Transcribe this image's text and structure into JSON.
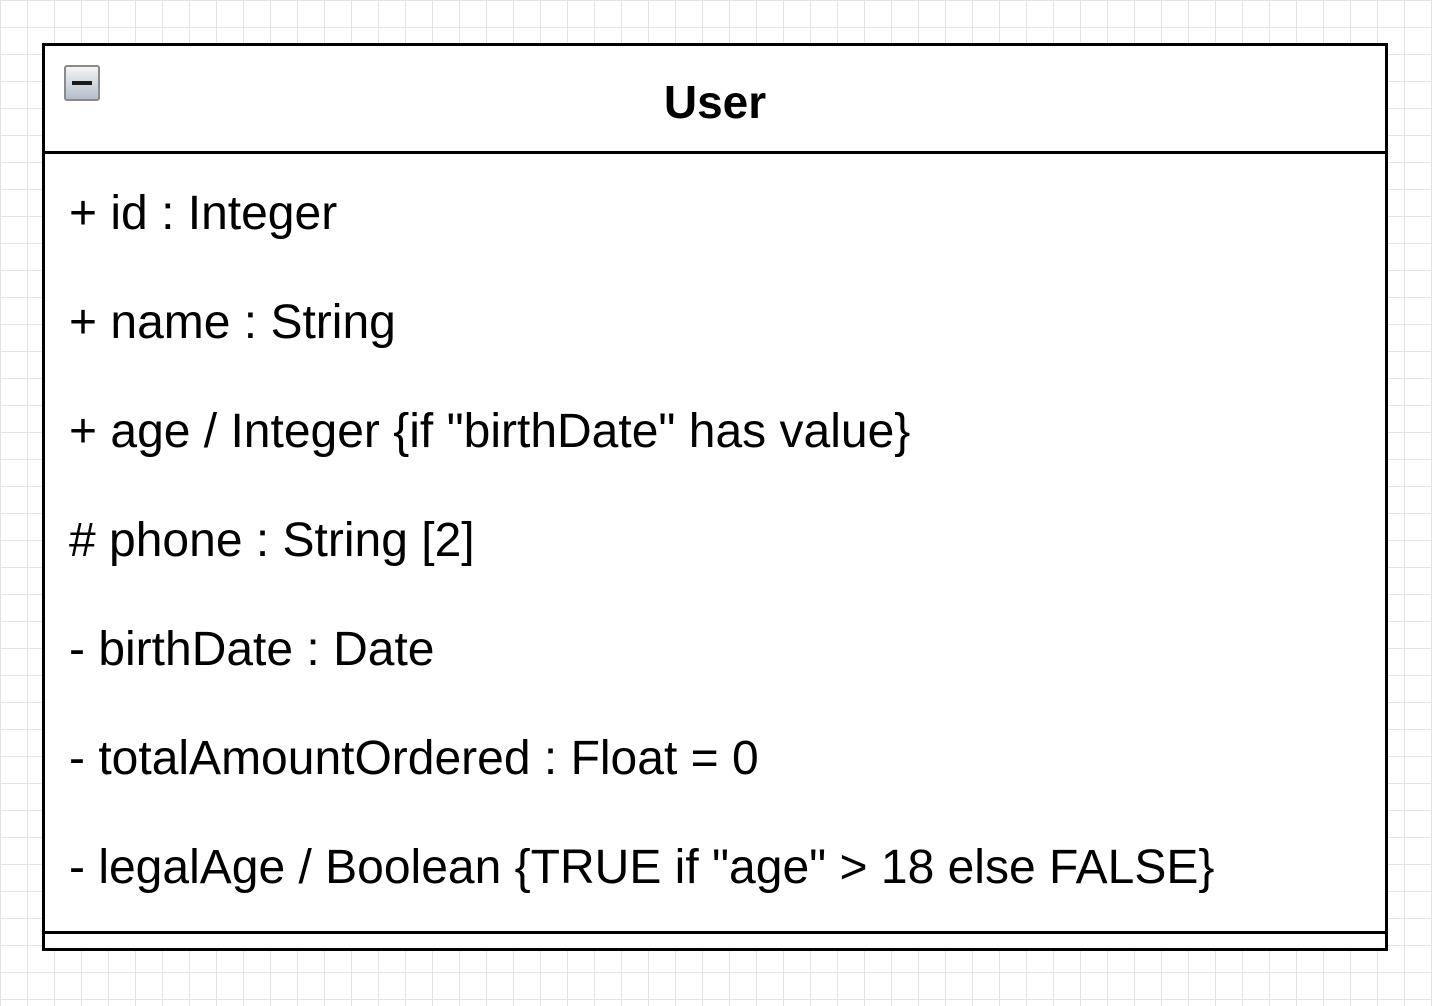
{
  "class": {
    "name": "User",
    "attributes": [
      "+ id : Integer",
      "+ name : String",
      "+ age / Integer {if \"birthDate\" has value}",
      "# phone : String [2]",
      "- birthDate : Date",
      "- totalAmountOrdered : Float = 0",
      "- legalAge / Boolean {TRUE if \"age\" > 18 else FALSE}"
    ],
    "operations": []
  },
  "icons": {
    "collapse": "minus-icon"
  }
}
